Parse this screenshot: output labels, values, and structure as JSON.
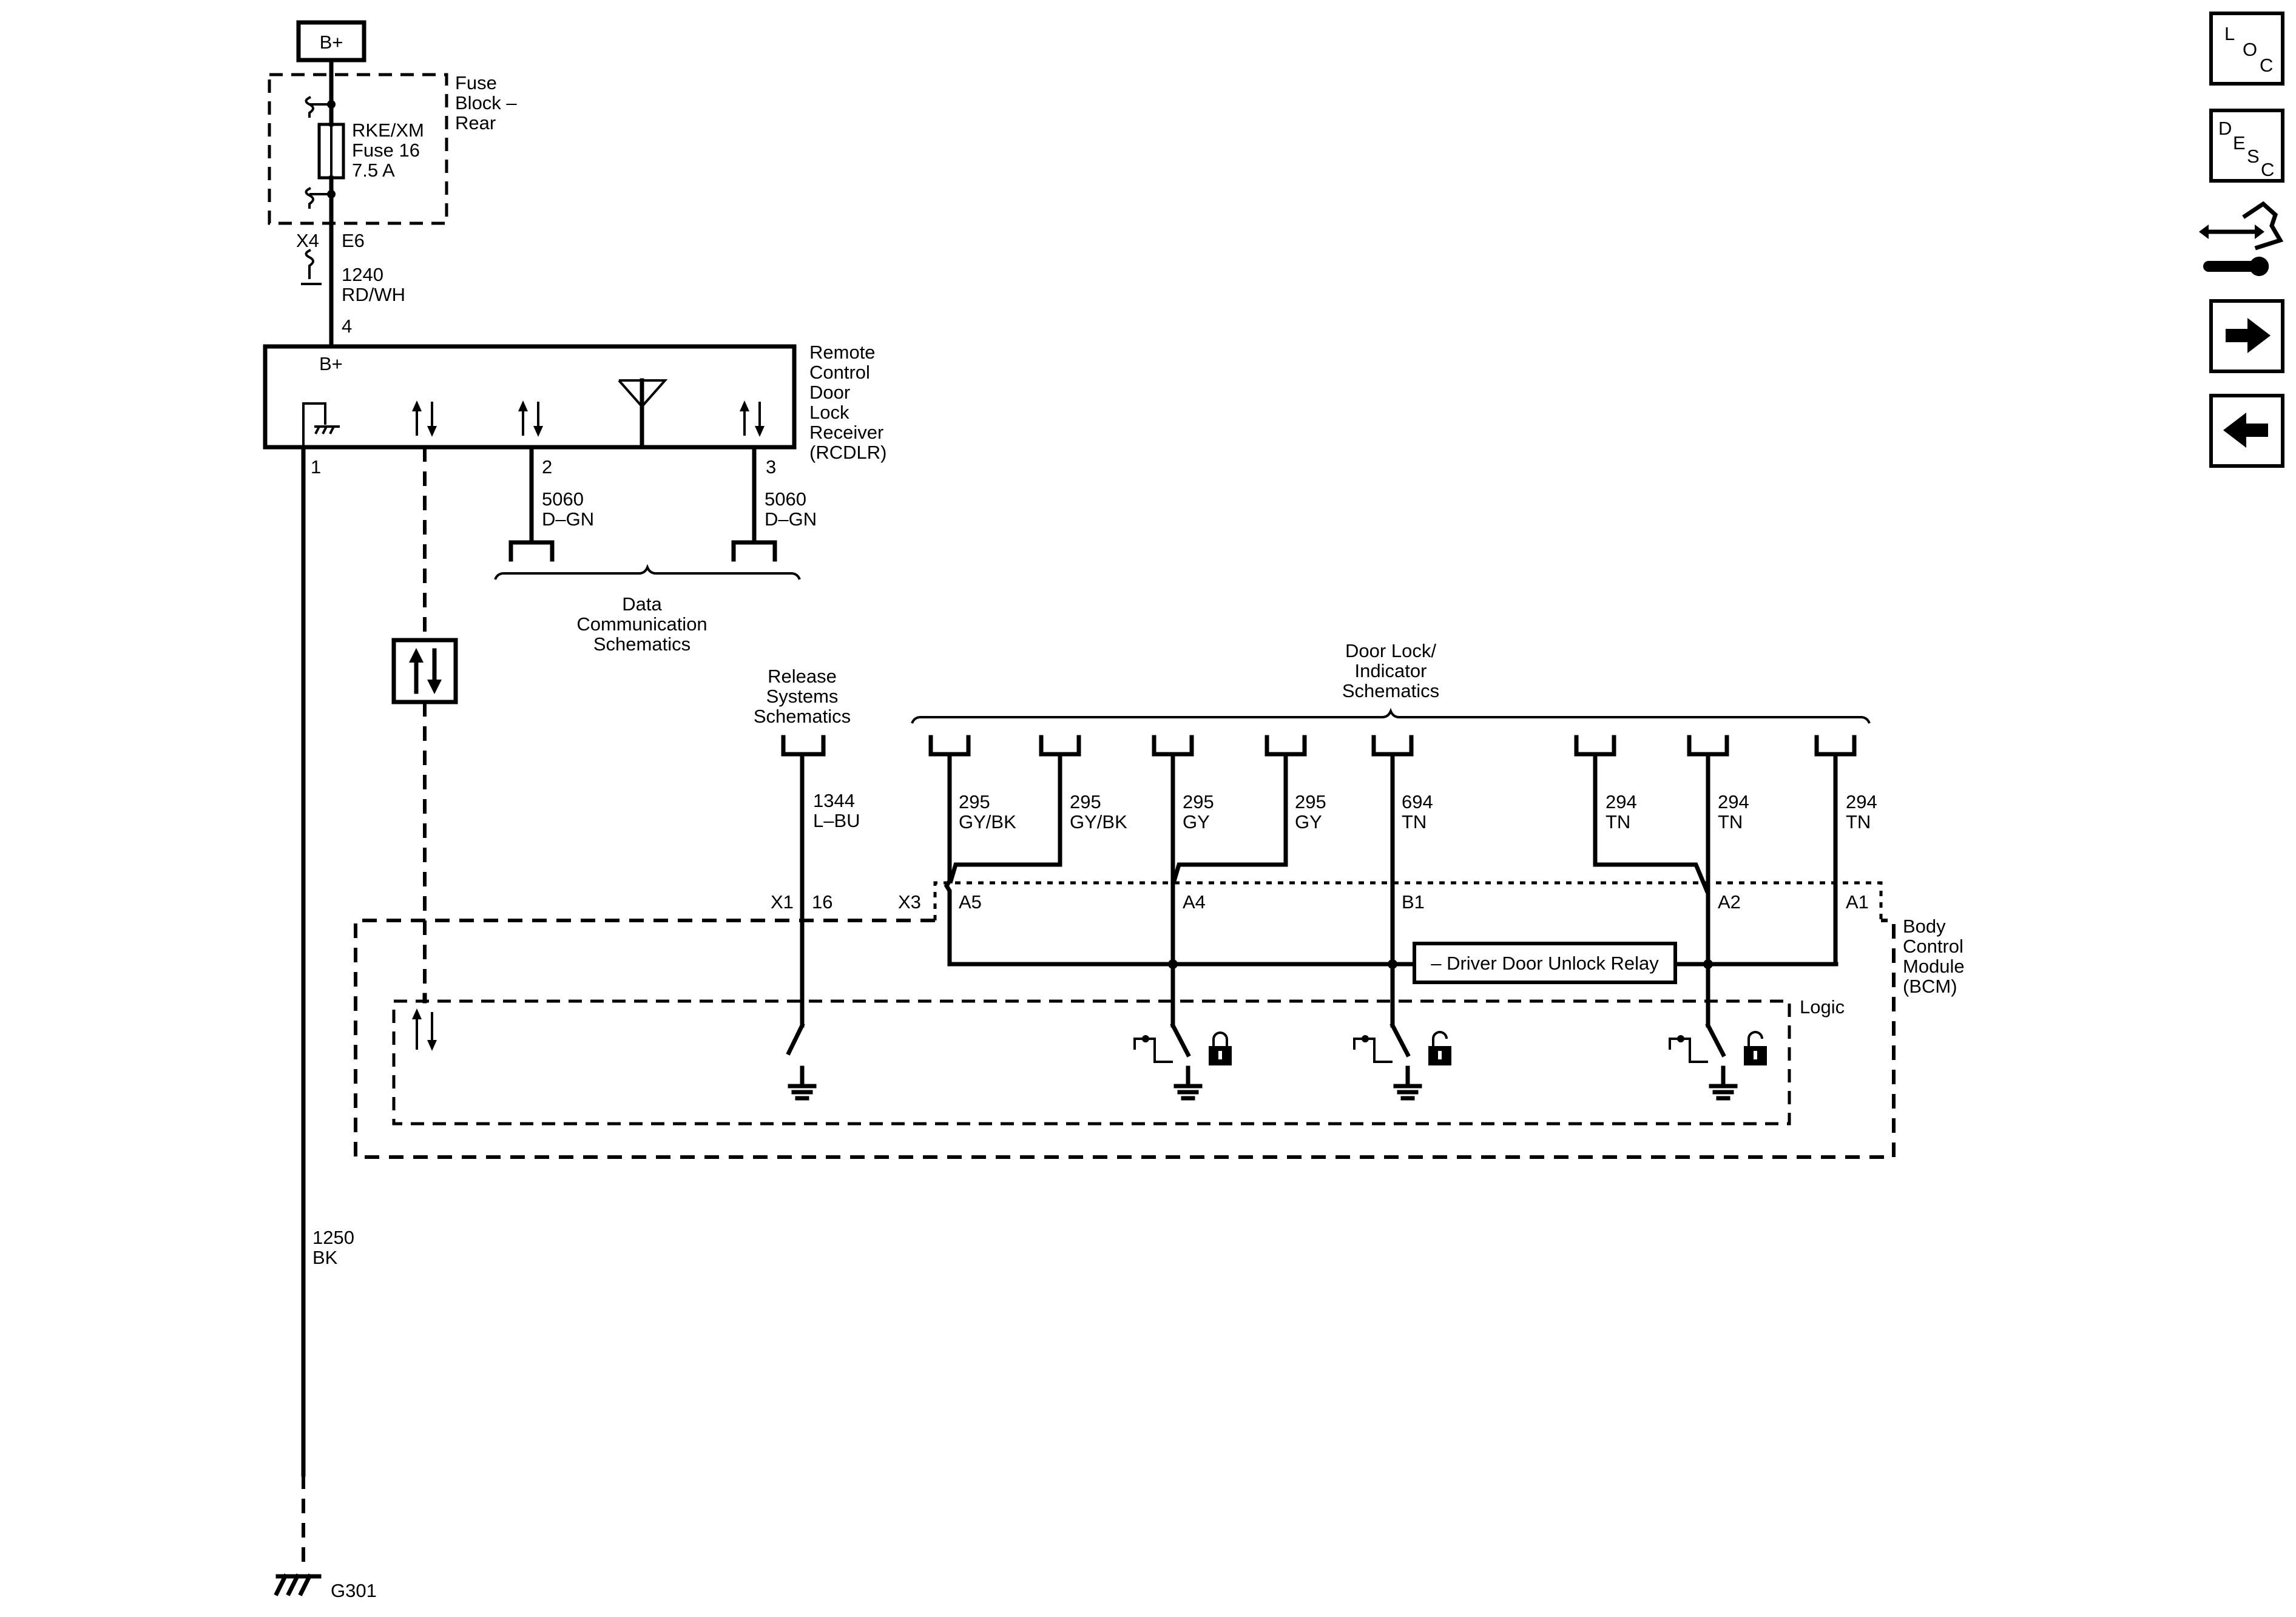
{
  "power": {
    "source": "B+"
  },
  "fuse_block": {
    "name_lines": [
      "Fuse",
      "Block –",
      "Rear"
    ],
    "fuse_lines": [
      "RKE/XM",
      "Fuse 16",
      "7.5 A"
    ],
    "connector": "X4",
    "pin": "E6"
  },
  "wire_1240": {
    "circuit": "1240",
    "color": "RD/WH",
    "pin": "4"
  },
  "rcdlr": {
    "name_lines": [
      "Remote",
      "Control",
      "Door",
      "Lock",
      "Receiver",
      "(RCDLR)"
    ],
    "b_plus": "B+",
    "pins": {
      "ground": "1",
      "data_a": "2",
      "data_b": "3"
    }
  },
  "data_wires": [
    {
      "circuit": "5060",
      "color": "D–GN"
    },
    {
      "circuit": "5060",
      "color": "D–GN"
    }
  ],
  "data_comm": {
    "lines": [
      "Data",
      "Communication",
      "Schematics"
    ]
  },
  "release": {
    "lines": [
      "Release",
      "Systems",
      "Schematics"
    ]
  },
  "wire_1344": {
    "circuit": "1344",
    "color": "L–BU",
    "connector": "X1",
    "pin": "16"
  },
  "door_lock_schem": {
    "lines": [
      "Door Lock/",
      "Indicator",
      "Schematics"
    ]
  },
  "door_wires": [
    {
      "circuit": "295",
      "color": "GY/BK"
    },
    {
      "circuit": "295",
      "color": "GY/BK"
    },
    {
      "circuit": "295",
      "color": "GY"
    },
    {
      "circuit": "295",
      "color": "GY"
    },
    {
      "circuit": "694",
      "color": "TN"
    },
    {
      "circuit": "294",
      "color": "TN"
    },
    {
      "circuit": "294",
      "color": "TN"
    },
    {
      "circuit": "294",
      "color": "TN"
    }
  ],
  "bcm": {
    "connector": "X3",
    "pins": [
      "A5",
      "A4",
      "B1",
      "A2",
      "A1"
    ],
    "name_lines": [
      "Body",
      "Control",
      "Module",
      "(BCM)"
    ],
    "logic": "Logic",
    "relay": "– Driver Door Unlock Relay"
  },
  "ground_wire": {
    "circuit": "1250",
    "color": "BK"
  },
  "ground": {
    "name": "G301"
  },
  "nav": {
    "loc": [
      "L",
      "O",
      "C"
    ],
    "desc": [
      "D",
      "E",
      "S",
      "C"
    ],
    "icons": [
      "connector-tool-icon",
      "next-arrow-icon",
      "previous-arrow-icon"
    ]
  }
}
